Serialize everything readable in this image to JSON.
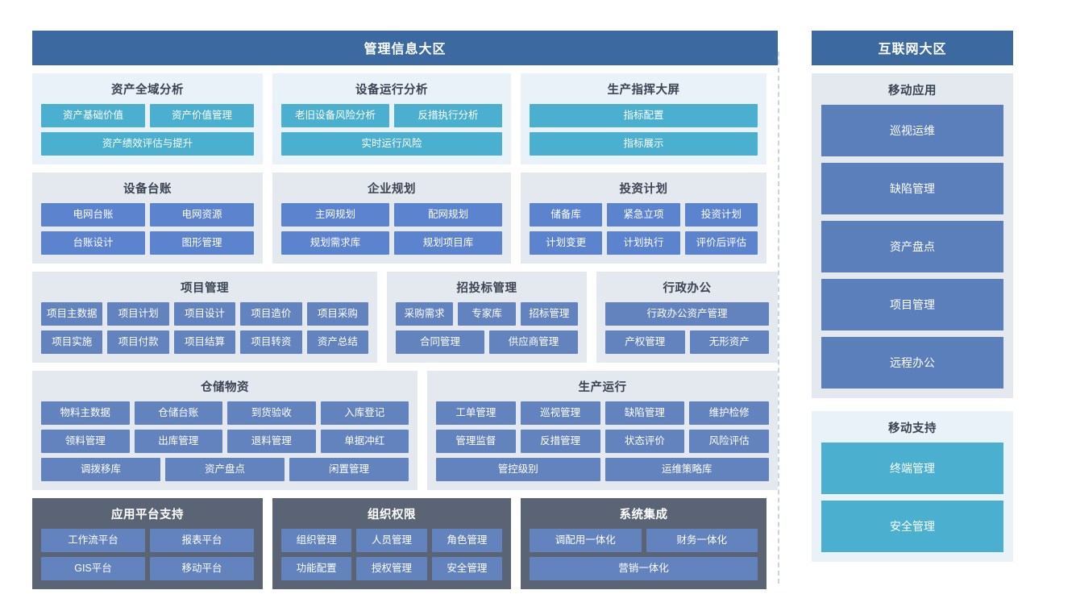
{
  "left_zone": {
    "title": "管理信息大区",
    "rows": [
      {
        "panels": [
          {
            "name": "asset-global-analysis",
            "title": "资产全域分析",
            "theme": "lt",
            "btn_theme": "cyan",
            "rows": [
              [
                "资产基础价值",
                "资产价值管理"
              ],
              [
                "资产绩效评估与提升"
              ]
            ]
          },
          {
            "name": "equipment-operation-analysis",
            "title": "设备运行分析",
            "theme": "lt",
            "btn_theme": "cyan",
            "rows": [
              [
                "老旧设备风险分析",
                "反措执行分析"
              ],
              [
                "实时运行风险"
              ]
            ]
          },
          {
            "name": "production-command-screen",
            "title": "生产指挥大屏",
            "theme": "lt",
            "btn_theme": "cyan",
            "rows": [
              [
                "指标配置"
              ],
              [
                "指标展示"
              ]
            ]
          }
        ]
      },
      {
        "panels": [
          {
            "name": "equipment-ledger",
            "title": "设备台账",
            "theme": "gr",
            "btn_theme": "blue",
            "rows": [
              [
                "电网台账",
                "电网资源"
              ],
              [
                "台账设计",
                "图形管理"
              ]
            ]
          },
          {
            "name": "enterprise-planning",
            "title": "企业规划",
            "theme": "gr",
            "btn_theme": "blue",
            "rows": [
              [
                "主网规划",
                "配网规划"
              ],
              [
                "规划需求库",
                "规划项目库"
              ]
            ]
          },
          {
            "name": "investment-plan",
            "title": "投资计划",
            "theme": "gr",
            "btn_theme": "blue",
            "rows": [
              [
                "储备库",
                "紧急立项",
                "投资计划"
              ],
              [
                "计划变更",
                "计划执行",
                "评价后评估"
              ]
            ]
          }
        ]
      },
      {
        "panels": [
          {
            "name": "project-management",
            "title": "项目管理",
            "theme": "gr",
            "btn_theme": "slate",
            "rows": [
              [
                "项目主数据",
                "项目计划",
                "项目设计",
                "项目造价",
                "项目采购"
              ],
              [
                "项目实施",
                "项目付款",
                "项目结算",
                "项目转资",
                "资产总结"
              ]
            ]
          },
          {
            "name": "bidding-management",
            "title": "招投标管理",
            "theme": "gr",
            "btn_theme": "slate",
            "rows": [
              [
                "采购需求",
                "专家库",
                "招标管理"
              ],
              [
                "合同管理",
                "供应商管理"
              ]
            ]
          },
          {
            "name": "administrative-office",
            "title": "行政办公",
            "theme": "gr",
            "btn_theme": "slate",
            "rows": [
              [
                "行政办公资产管理"
              ],
              [
                "产权管理",
                "无形资产"
              ]
            ]
          }
        ]
      },
      {
        "panels": [
          {
            "name": "warehouse-materials",
            "title": "仓储物资",
            "theme": "gr",
            "btn_theme": "slate",
            "rows": [
              [
                "物料主数据",
                "仓储台账",
                "到货验收",
                "入库登记"
              ],
              [
                "领料管理",
                "出库管理",
                "退料管理",
                "单据冲红"
              ],
              [
                "调拨移库",
                "资产盘点",
                "闲置管理"
              ]
            ]
          },
          {
            "name": "production-operation",
            "title": "生产运行",
            "theme": "gr",
            "btn_theme": "slate",
            "rows": [
              [
                "工单管理",
                "巡视管理",
                "缺陷管理",
                "维护检修"
              ],
              [
                "管理监督",
                "反措管理",
                "状态评价",
                "风险评估"
              ],
              [
                "管控级别",
                "运维策略库"
              ]
            ]
          }
        ]
      },
      {
        "panels": [
          {
            "name": "application-platform-support",
            "title": "应用平台支持",
            "theme": "dark",
            "btn_theme": "slate",
            "rows": [
              [
                "工作流平台",
                "报表平台"
              ],
              [
                "GIS平台",
                "移动平台"
              ]
            ]
          },
          {
            "name": "organization-permission",
            "title": "组织权限",
            "theme": "dark",
            "btn_theme": "slate",
            "rows": [
              [
                "组织管理",
                "人员管理",
                "角色管理"
              ],
              [
                "功能配置",
                "授权管理",
                "安全管理"
              ]
            ]
          },
          {
            "name": "system-integration",
            "title": "系统集成",
            "theme": "dark",
            "btn_theme": "slate",
            "rows": [
              [
                "调配用一体化",
                "财务一体化"
              ],
              [
                "营销一体化"
              ]
            ]
          }
        ]
      }
    ]
  },
  "right_zone": {
    "title": "互联网大区",
    "panels": [
      {
        "name": "mobile-application",
        "title": "移动应用",
        "theme": "gr",
        "btn_theme": "blue",
        "items": [
          "巡视运维",
          "缺陷管理",
          "资产盘点",
          "项目管理",
          "远程办公"
        ]
      },
      {
        "name": "mobile-support",
        "title": "移动支持",
        "theme": "lt",
        "btn_theme": "cyan",
        "items": [
          "终端管理",
          "安全管理"
        ]
      }
    ]
  },
  "colors": {
    "zone_header": "#3c6aa0",
    "panel_light": "#eaf2f9",
    "panel_grey": "#e4e8ef",
    "panel_dark": "#5a6474",
    "btn_cyan": "#4bafd0",
    "btn_blue": "#5b83ce",
    "btn_slate": "#6283bd",
    "divider": "#c9d4e2"
  }
}
